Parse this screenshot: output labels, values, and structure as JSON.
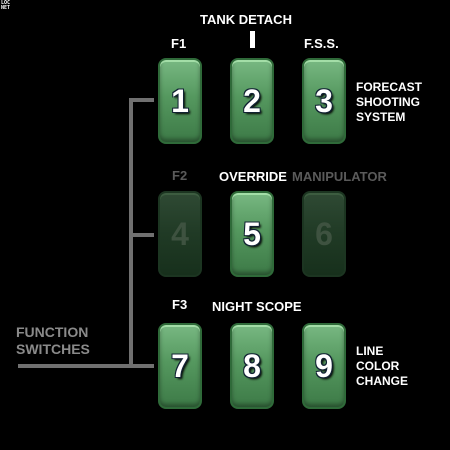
{
  "corner_text": "LOC\nNET",
  "title": "TANK DETACH",
  "column_labels": {
    "f1": "F1",
    "fss": "F.S.S."
  },
  "row_labels": {
    "f2": "F2",
    "override": "OVERRIDE",
    "manipulator": "MANIPULATOR",
    "f3": "F3",
    "night_scope": "NIGHT SCOPE"
  },
  "side_labels": {
    "forecast": "FORECAST\nSHOOTING\nSYSTEM",
    "line_color": "LINE\nCOLOR\nCHANGE"
  },
  "function_switches": "FUNCTION\nSWITCHES",
  "keys": [
    {
      "label": "1",
      "enabled": true
    },
    {
      "label": "2",
      "enabled": true
    },
    {
      "label": "3",
      "enabled": true
    },
    {
      "label": "4",
      "enabled": false
    },
    {
      "label": "5",
      "enabled": true
    },
    {
      "label": "6",
      "enabled": false
    },
    {
      "label": "7",
      "enabled": true
    },
    {
      "label": "8",
      "enabled": true
    },
    {
      "label": "9",
      "enabled": true
    }
  ],
  "colors": {
    "key_green": "#55985f",
    "key_dim": "#203a25",
    "line_gray": "#707070"
  }
}
